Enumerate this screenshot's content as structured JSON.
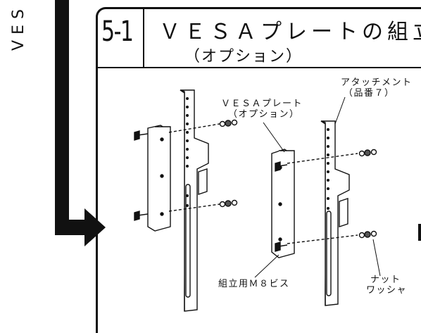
{
  "sidebar": {
    "text": "VES"
  },
  "header": {
    "step_number": "5-1",
    "title": "ＶＥＳＡプレートの組立",
    "subtitle": "（オプション）"
  },
  "labels": {
    "vesa_plate_line1": "ＶＥＳＡプレート",
    "vesa_plate_line2": "（オプション）",
    "attachment_line1": "アタッチメント",
    "attachment_line2": "（品番７）",
    "screw": "組立用Ｍ８ビス",
    "nut_line1": "ナット",
    "nut_line2": "ワッシャ"
  }
}
